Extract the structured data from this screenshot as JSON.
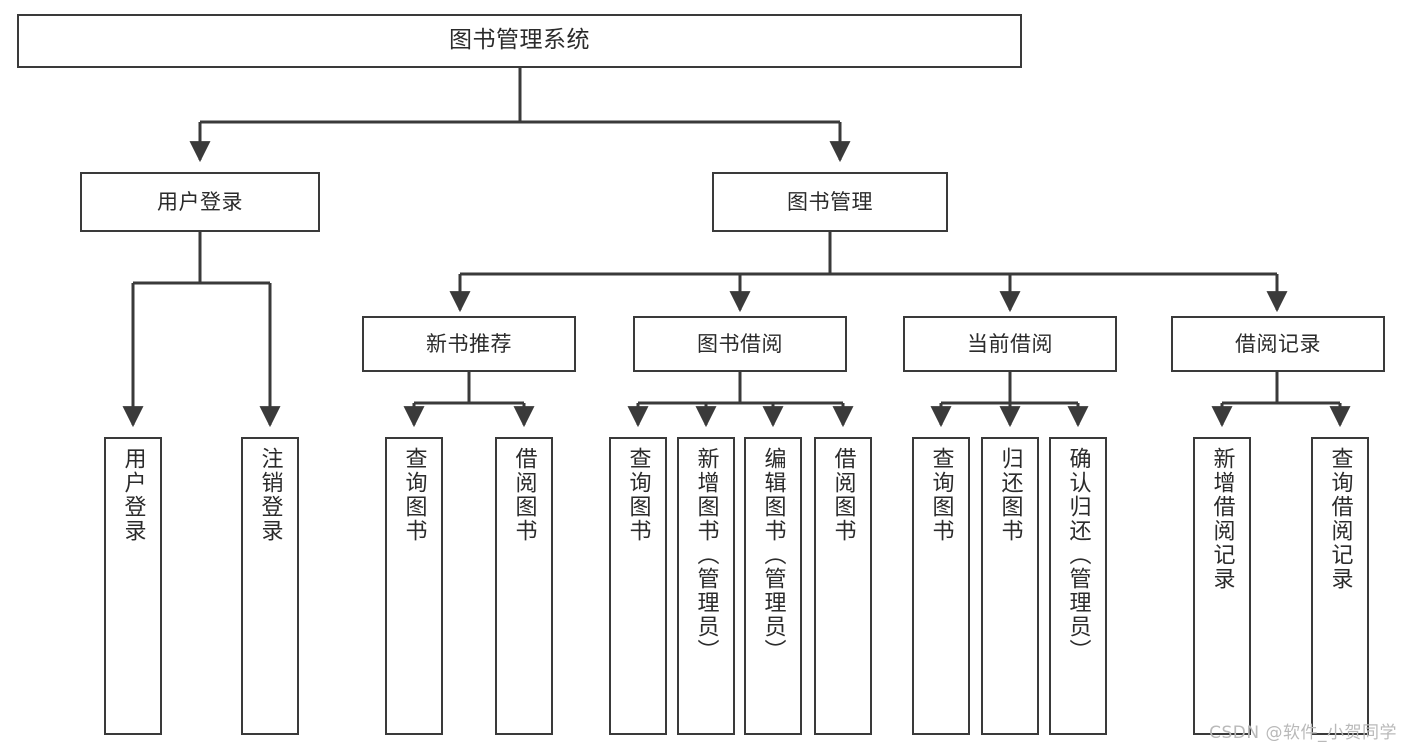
{
  "diagram": {
    "title": "图书管理系统",
    "type": "hierarchy-tree",
    "colors": {
      "background": "#ffffff",
      "node_border": "#3a3a3a",
      "node_fill": "#ffffff",
      "edge": "#3a3a3a",
      "text": "#2b2b2b",
      "watermark": "#b9b9b9"
    }
  },
  "nodes": {
    "root": {
      "label": "图书管理系统"
    },
    "level2": [
      {
        "id": "user-login",
        "label": "用户登录"
      },
      {
        "id": "book-manage",
        "label": "图书管理"
      }
    ],
    "level3": [
      {
        "id": "new-book-recommend",
        "label": "新书推荐"
      },
      {
        "id": "book-borrow",
        "label": "图书借阅"
      },
      {
        "id": "current-borrow",
        "label": "当前借阅"
      },
      {
        "id": "borrow-record",
        "label": "借阅记录"
      }
    ],
    "leaves": {
      "user-login": [
        {
          "id": "leaf-user-login",
          "label": "用户登录"
        },
        {
          "id": "leaf-user-logout",
          "label": "注销登录"
        }
      ],
      "new-book-recommend": [
        {
          "id": "leaf-query-book-1",
          "label": "查询图书"
        },
        {
          "id": "leaf-borrow-book-1",
          "label": "借阅图书"
        }
      ],
      "book-borrow": [
        {
          "id": "leaf-query-book-2",
          "label": "查询图书"
        },
        {
          "id": "leaf-add-book",
          "label": "新增图书（管理员）"
        },
        {
          "id": "leaf-edit-book",
          "label": "编辑图书（管理员）"
        },
        {
          "id": "leaf-borrow-book-2",
          "label": "借阅图书"
        }
      ],
      "current-borrow": [
        {
          "id": "leaf-query-book-3",
          "label": "查询图书"
        },
        {
          "id": "leaf-return-book",
          "label": "归还图书"
        },
        {
          "id": "leaf-confirm-return",
          "label": "确认归还（管理员）"
        }
      ],
      "borrow-record": [
        {
          "id": "leaf-add-record",
          "label": "新增借阅记录"
        },
        {
          "id": "leaf-query-record",
          "label": "查询借阅记录"
        }
      ]
    }
  },
  "watermark": {
    "text": "CSDN @软件_小贺同学"
  }
}
